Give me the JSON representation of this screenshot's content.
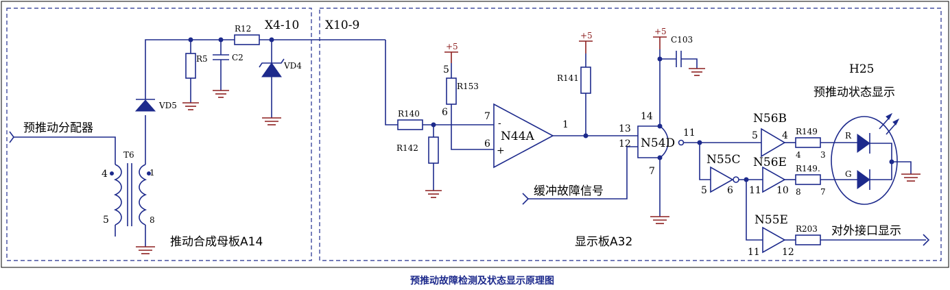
{
  "caption": "预推动故障检测及状态显示原理图",
  "boards": {
    "left": "推动合成母板A14",
    "right": "显示板A32"
  },
  "connectors": {
    "x4": "X4-10",
    "x10": "X10-9"
  },
  "signals": {
    "input": "预推动分配器",
    "buffer_fault": "缓冲故障信号",
    "external_display": "对外接口显示",
    "h25_title": "预推动状态显示"
  },
  "supply": "+5",
  "components": {
    "r12": "R12",
    "r5": "R5",
    "c2": "C2",
    "vd4": "VD4",
    "vd5": "VD5",
    "t6": "T6",
    "r140": "R140",
    "r142": "R142",
    "r153": "R153",
    "r141": "R141",
    "c103": "C103",
    "r149a": "R149",
    "r149b": "R149.",
    "r203": "R203",
    "n44a": "N44A",
    "n54d": "N54D",
    "n55c": "N55C",
    "n56b": "N56B",
    "n56e": "N56E",
    "n55e": "N55E",
    "h25": "H25",
    "led_r": "R",
    "led_g": "G"
  },
  "pins": {
    "t6_4": "4",
    "t6_5": "5",
    "t6_1": "1",
    "t6_8": "8",
    "r153_5": "5",
    "r153_6": "6",
    "n44a_7": "7",
    "n44a_6": "6",
    "n44a_1": "1",
    "n44a_minus": "-",
    "n44a_plus": "+",
    "n54d_13": "13",
    "n54d_12": "12",
    "n54d_14": "14",
    "n54d_7": "7",
    "n54d_11": "11",
    "n56b_5": "5",
    "n56b_4": "4",
    "n55c_5": "5",
    "n55c_6": "6",
    "n56e_11": "11",
    "n56e_10": "10",
    "n55e_11": "11",
    "n55e_12": "12",
    "r149a_4": "4",
    "r149a_3": "3",
    "r149b_8": "8",
    "r149b_7": "7"
  }
}
